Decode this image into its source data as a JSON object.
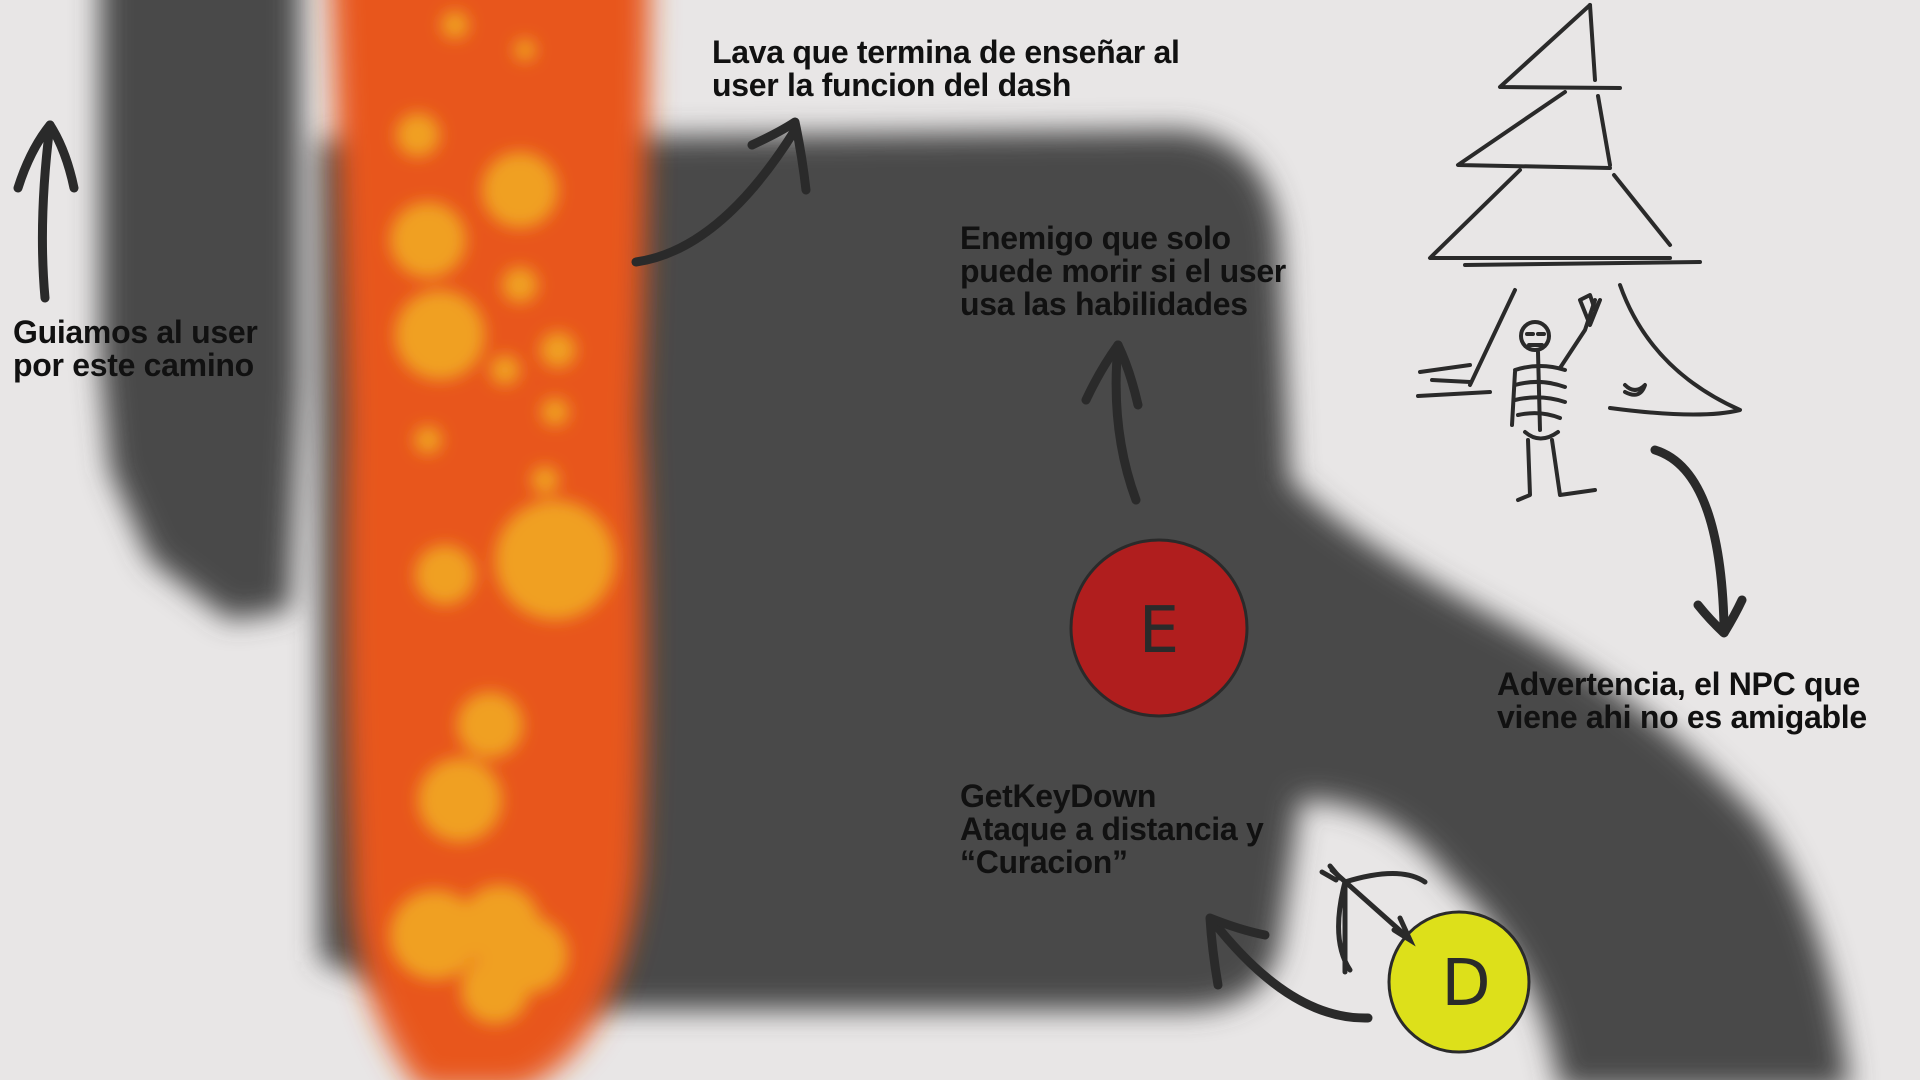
{
  "notes": {
    "lava": [
      "Lava que termina de enseñar al",
      "user la funcion del dash"
    ],
    "path": [
      "Guiamos al user",
      "por este camino"
    ],
    "enemy": [
      "Enemigo que solo",
      "puede morir si el user",
      "usa las habilidades"
    ],
    "npc": [
      "Advertencia, el NPC que",
      "viene ahi no es amigable"
    ],
    "player": [
      "GetKeyDown",
      "Ataque a distancia y",
      "“Curacion”"
    ]
  },
  "tokens": {
    "enemy": {
      "letter": "E",
      "color": "#b01e1e"
    },
    "player": {
      "letter": "D",
      "color": "#dde01a"
    }
  },
  "colors": {
    "background": "#e8e6e6",
    "path": "#4a4a4a",
    "lava": "#e8561a",
    "lava_bubble": "#f0a020",
    "ink": "#2a2a2a"
  },
  "icons": {
    "npc": "skeleton-under-tree-icon",
    "weapon": "bow-and-arrow-icon"
  }
}
